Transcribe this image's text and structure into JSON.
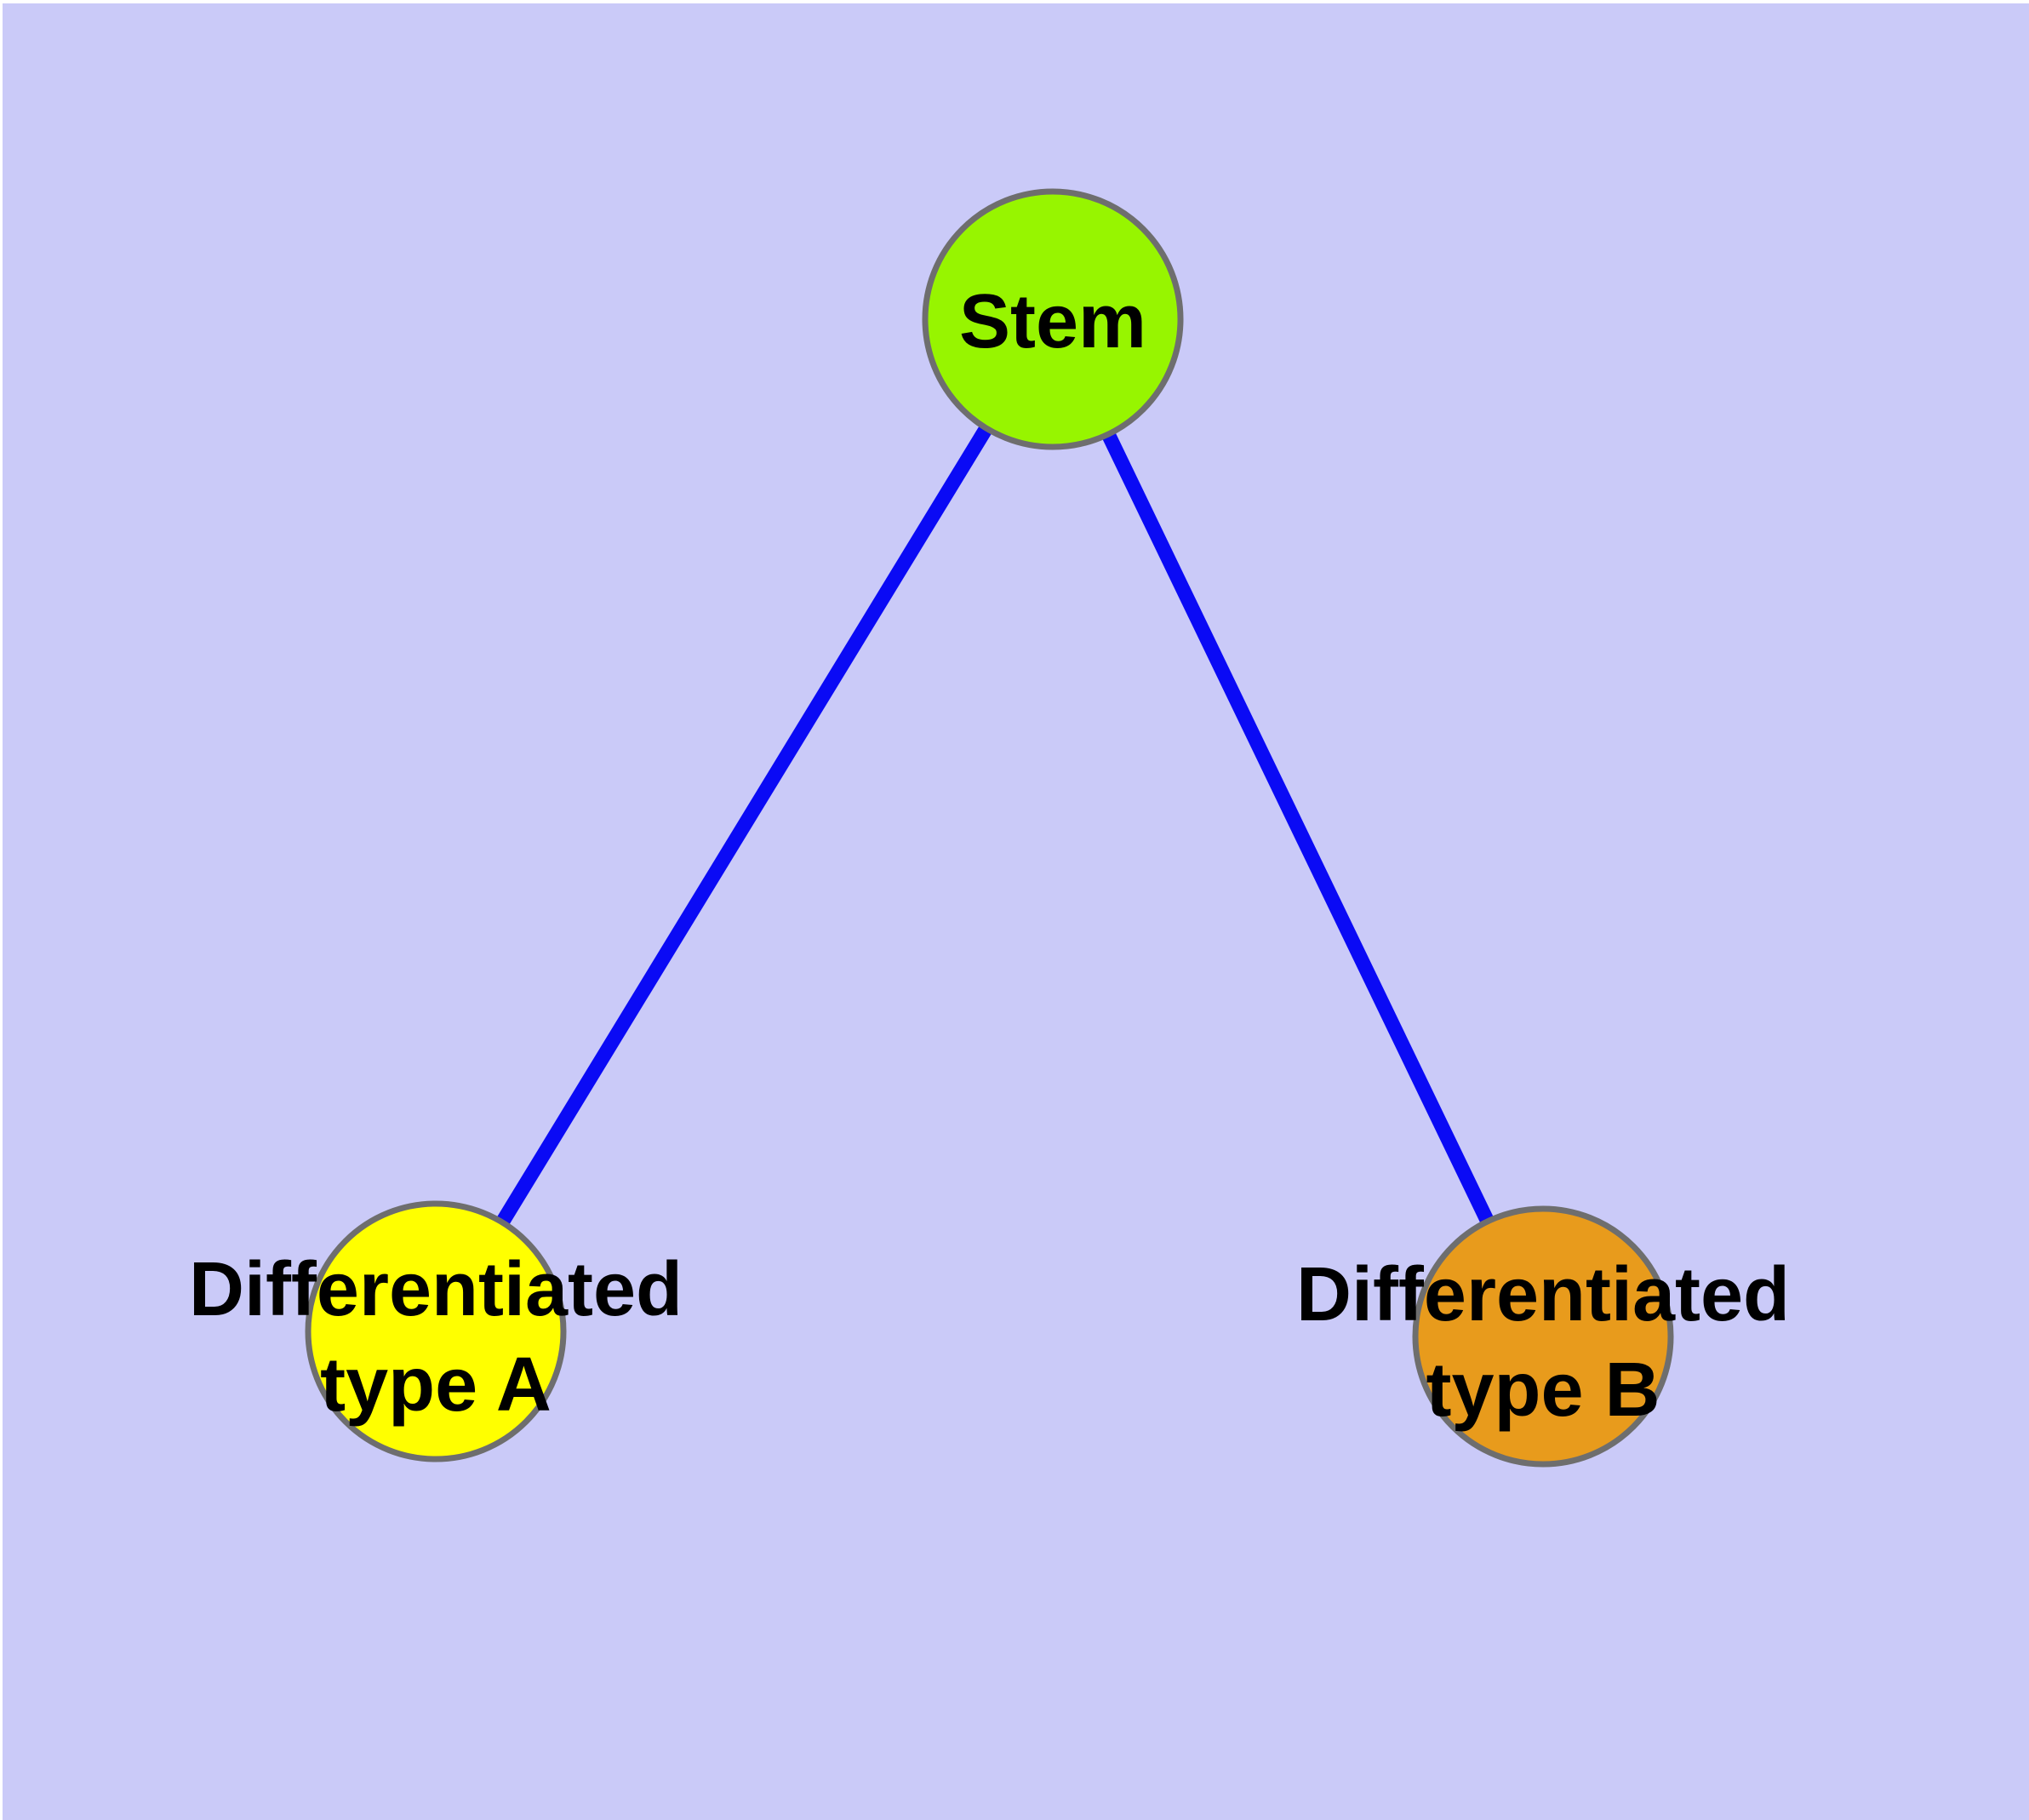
{
  "background_color": "#cacaf8",
  "page_margin_color": "#ffffff",
  "edge_color": "#0a0af5",
  "node_border_color": "#6e6e6e",
  "label_color": "#000000",
  "nodes": [
    {
      "id": "stem",
      "label_line1": "Stem",
      "label_line2": "",
      "fill": "#97f500"
    },
    {
      "id": "differentiated-type-a",
      "label_line1": "Differentiated",
      "label_line2": "type A",
      "fill": "#ffff00"
    },
    {
      "id": "differentiated-type-b",
      "label_line1": "Differentiated",
      "label_line2": "type B",
      "fill": "#e89b1c"
    }
  ],
  "edges": [
    {
      "from": "Stem",
      "to": "Differentiated type A"
    },
    {
      "from": "Stem",
      "to": "Differentiated type B"
    }
  ]
}
